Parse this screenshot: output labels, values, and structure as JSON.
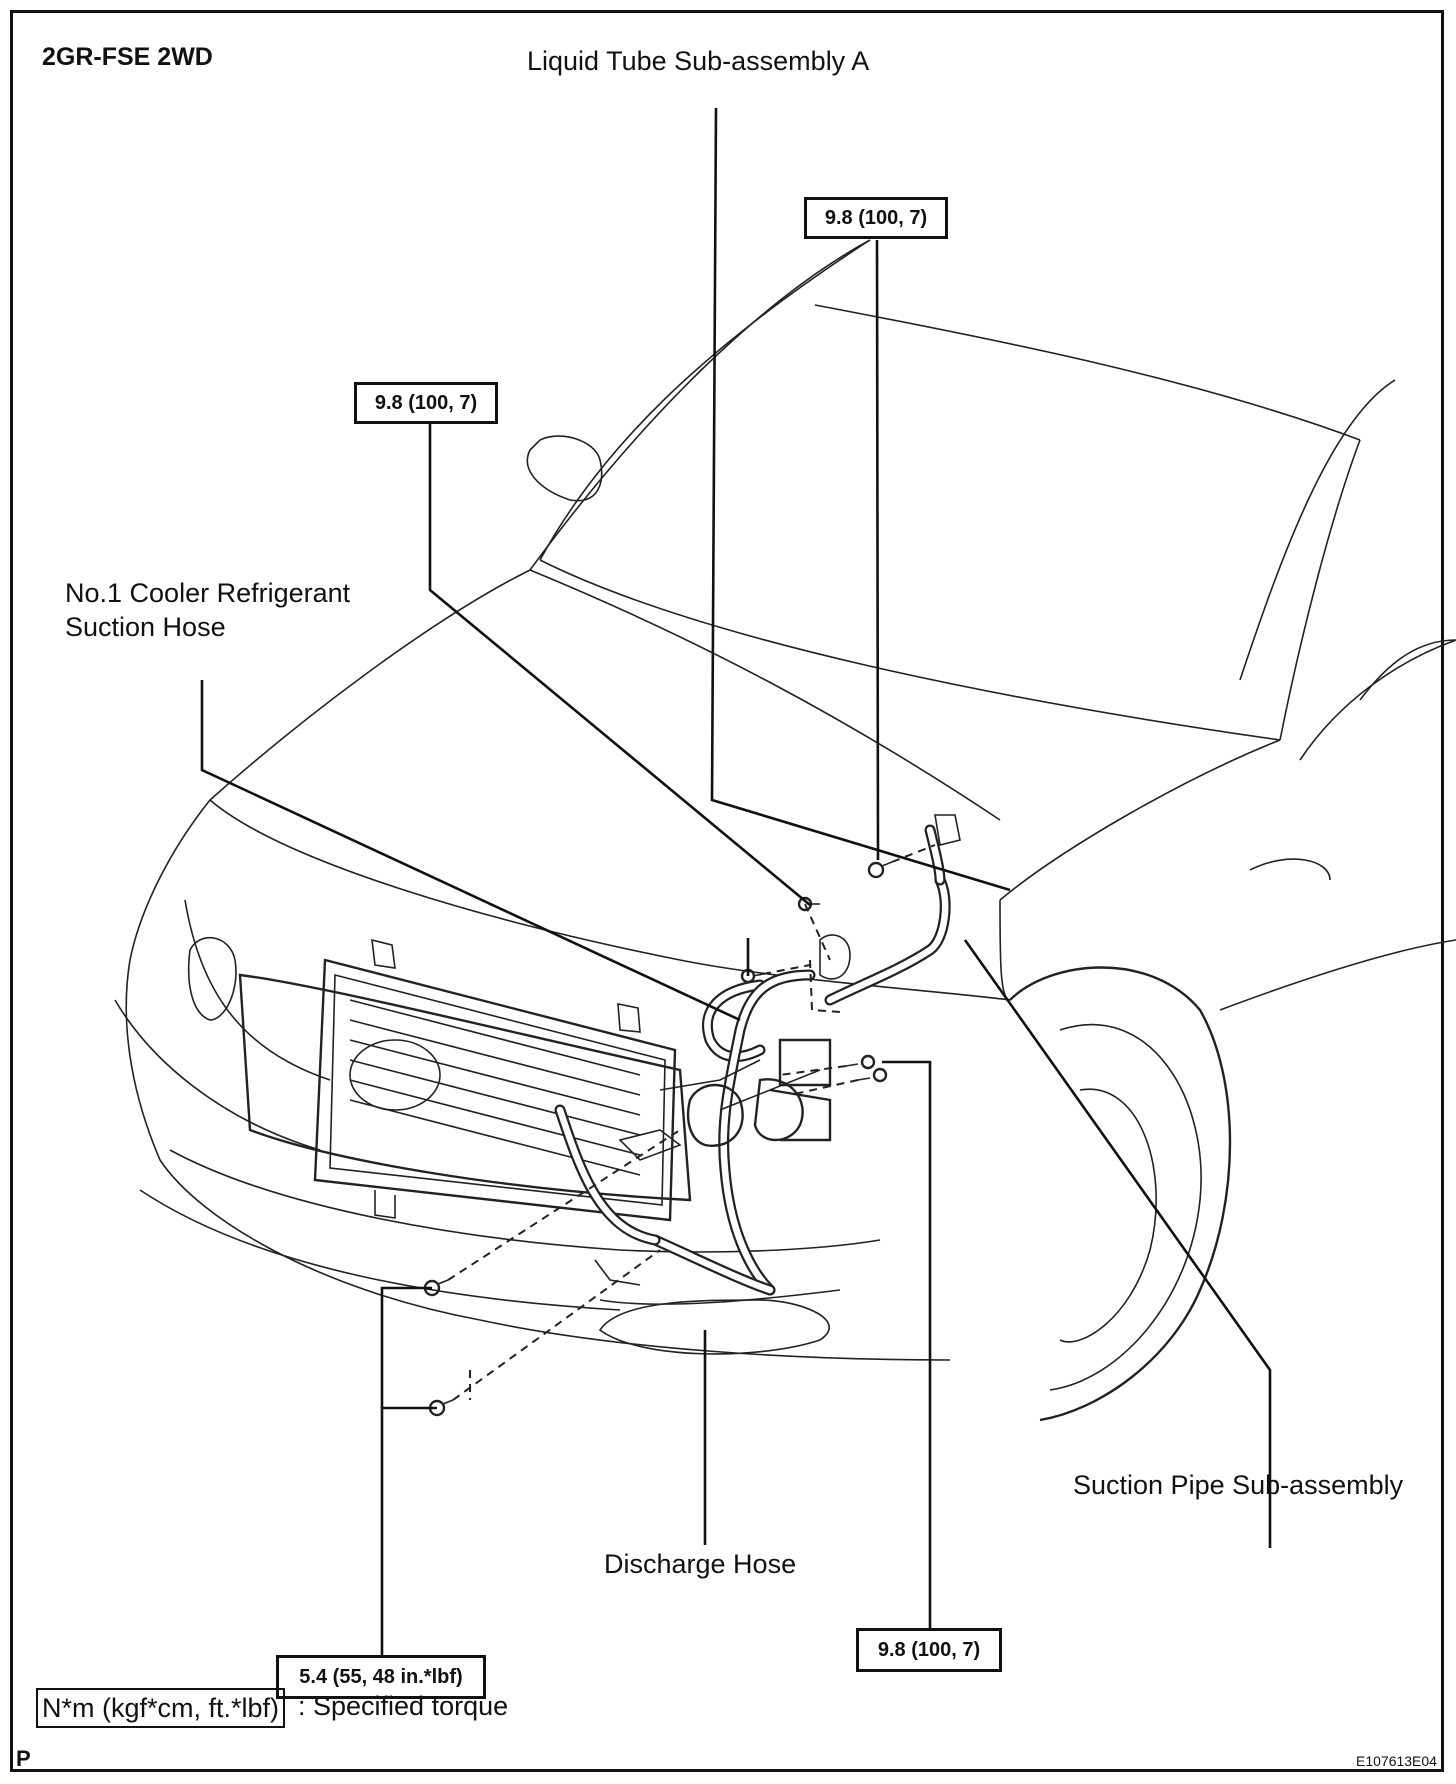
{
  "header": {
    "variant": "2GR-FSE 2WD"
  },
  "labels": {
    "liquid_tube": "Liquid Tube Sub-assembly A",
    "suction_hose_line1": "No.1 Cooler Refrigerant",
    "suction_hose_line2": "Suction Hose",
    "suction_pipe": "Suction Pipe Sub-assembly",
    "discharge_hose": "Discharge Hose"
  },
  "torques": {
    "top_right": "9.8 (100, 7)",
    "top_left": "9.8 (100, 7)",
    "bottom_left": "5.4 (55, 48 in.*lbf)",
    "bottom_right": "9.8 (100, 7)"
  },
  "legend": {
    "unit": "N*m (kgf*cm, ft.*lbf)",
    "text": ": Specified torque"
  },
  "footer": {
    "page_mark": "P",
    "figure_id": "E107613E04"
  }
}
